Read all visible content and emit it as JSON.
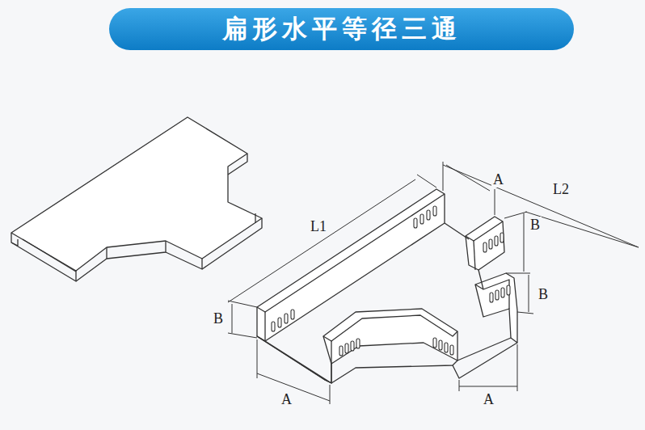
{
  "diagram": {
    "title": "扁形水平等径三通",
    "labels": [
      "L1",
      "A",
      "L2",
      "B",
      "B",
      "A",
      "A",
      "B"
    ]
  }
}
